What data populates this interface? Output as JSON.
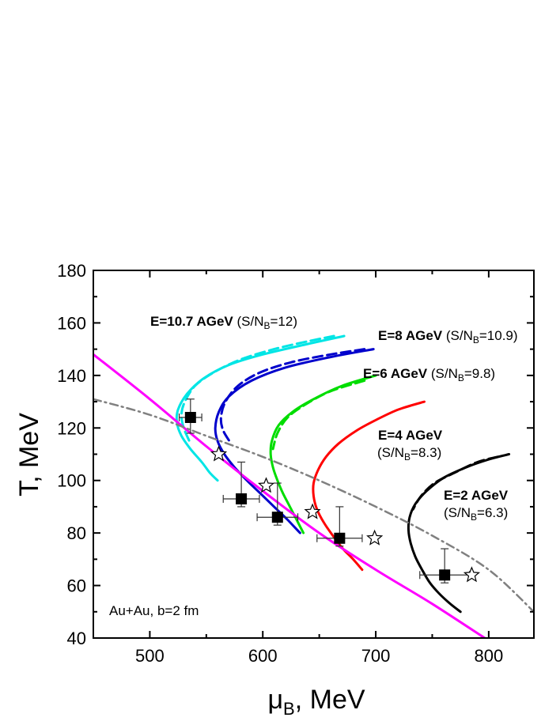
{
  "chart_data": {
    "type": "line",
    "title": "",
    "xlabel": "μ",
    "xlabel_sub": "B",
    "xlabel_suffix": ", MeV",
    "ylabel": "T, MeV",
    "xlim": [
      450,
      840
    ],
    "ylim": [
      40,
      180
    ],
    "xticks": [
      500,
      600,
      700,
      800
    ],
    "yticks": [
      40,
      60,
      80,
      100,
      120,
      140,
      160,
      180
    ],
    "grid": false,
    "legend": "none",
    "system_label": "Au+Au, b=2 fm",
    "series": [
      {
        "kind": "solid",
        "color": "#00e5e5",
        "energy_label": "E=10.7 AGeV",
        "ratio_prefix": "(S/N",
        "ratio_sub": "B",
        "ratio_suffix": "=12)",
        "x": [
          672,
          640,
          600,
          570,
          548,
          533,
          525,
          524,
          528,
          536,
          546,
          553,
          560
        ],
        "y": [
          155,
          152,
          148,
          144,
          139,
          133,
          127,
          122,
          117,
          112,
          107,
          103,
          100
        ]
      },
      {
        "kind": "dashed",
        "color": "#00e5e5",
        "x": [
          663,
          640,
          610,
          580,
          556,
          540,
          531,
          528,
          530,
          535
        ],
        "y": [
          155,
          153,
          150,
          146,
          141,
          136,
          130,
          125,
          120,
          115
        ]
      },
      {
        "kind": "solid",
        "color": "#0000cc",
        "energy_label": "E=8 AGeV",
        "ratio_prefix": "(S/N",
        "ratio_sub": "B",
        "ratio_suffix": "=10.9)",
        "x": [
          698,
          660,
          620,
          590,
          570,
          561,
          558,
          560,
          566,
          575,
          586,
          598,
          610,
          622,
          633
        ],
        "y": [
          150,
          147,
          143,
          138,
          132,
          126,
          120,
          115,
          110,
          105,
          100,
          95,
          90,
          85,
          80
        ]
      },
      {
        "kind": "dashed",
        "color": "#0000cc",
        "x": [
          690,
          660,
          625,
          597,
          578,
          567,
          563,
          565,
          572
        ],
        "y": [
          150,
          148,
          145,
          141,
          136,
          130,
          124,
          119,
          114
        ]
      },
      {
        "kind": "solid",
        "color": "#00dd00",
        "energy_label": "E=6 AGeV",
        "ratio_prefix": "(S/N",
        "ratio_sub": "B",
        "ratio_suffix": "=9.8)",
        "x": [
          700,
          670,
          645,
          626,
          614,
          608,
          607,
          609,
          613,
          618,
          624,
          630,
          636
        ],
        "y": [
          140,
          136,
          131,
          126,
          121,
          115,
          110,
          105,
          100,
          95,
          90,
          85,
          80
        ]
      },
      {
        "kind": "dashed",
        "color": "#00dd00",
        "x": [
          690,
          660,
          638,
          622,
          613,
          609
        ],
        "y": [
          138,
          134,
          129,
          124,
          118,
          112
        ]
      },
      {
        "kind": "solid",
        "color": "#ff0000",
        "energy_label": "E=4 AGeV",
        "ratio_prefix": "(S/N",
        "ratio_sub": "B",
        "ratio_suffix": "=8.3)",
        "x": [
          743,
          720,
          700,
          683,
          667,
          656,
          649,
          645,
          645,
          648,
          654,
          662,
          671,
          680,
          688
        ],
        "y": [
          130,
          127,
          123,
          119,
          114,
          109,
          104,
          99,
          94,
          89,
          84,
          79,
          74,
          70,
          66
        ]
      },
      {
        "kind": "solid",
        "color": "#000000",
        "energy_label": "E=2 AGeV",
        "ratio_prefix": "(S/N",
        "ratio_sub": "B",
        "ratio_suffix": "=6.3)",
        "x": [
          818,
          800,
          780,
          760,
          745,
          735,
          730,
          729,
          731,
          735,
          741,
          748,
          756,
          766,
          775
        ],
        "y": [
          110,
          108,
          105,
          101,
          96,
          91,
          86,
          81,
          76,
          71,
          66,
          61,
          57,
          53,
          50
        ]
      },
      {
        "kind": "dashed",
        "color": "#000000",
        "x": [
          808,
          790,
          770,
          752,
          740,
          733
        ],
        "y": [
          109,
          107,
          103,
          99,
          94,
          89
        ]
      },
      {
        "kind": "solid",
        "color": "#ff00ff",
        "x": [
          450,
          500,
          550,
          600,
          650,
          700,
          750,
          800
        ],
        "y": [
          148,
          131,
          113,
          96,
          80,
          66,
          53,
          39
        ]
      },
      {
        "kind": "dashdot",
        "color": "#808080",
        "x": [
          450,
          500,
          550,
          600,
          650,
          700,
          750,
          800,
          840
        ],
        "y": [
          131,
          125,
          117,
          109,
          100,
          90,
          79,
          66,
          50
        ]
      }
    ],
    "points_squares": {
      "name": "",
      "x": [
        536,
        581,
        613,
        668,
        761
      ],
      "y": [
        124,
        93,
        86,
        78,
        64
      ],
      "xerr": [
        10,
        16,
        18,
        20,
        22
      ],
      "yerr_up": [
        7,
        14,
        13,
        12,
        10
      ],
      "yerr_down": [
        6,
        3,
        3,
        3,
        3
      ]
    },
    "points_stars": {
      "name": "",
      "x": [
        561,
        603,
        644,
        699,
        785
      ],
      "y": [
        110,
        98,
        88,
        78,
        64
      ]
    }
  }
}
